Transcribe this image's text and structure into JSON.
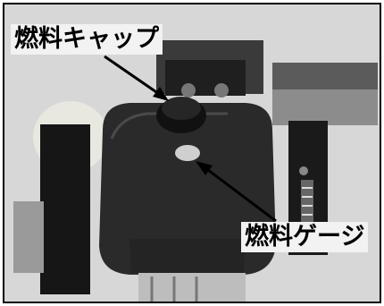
{
  "labels": {
    "fuel_cap": "燃料キャップ",
    "fuel_gauge": "燃料ゲージ"
  },
  "icons": [
    "fuel-cap-pointer-arrow",
    "fuel-gauge-pointer-arrow"
  ],
  "colors": {
    "frame_border": "#000000",
    "label_background": "#f2f2f2",
    "label_text": "#000000",
    "tank_body": "#2a2a2a"
  }
}
